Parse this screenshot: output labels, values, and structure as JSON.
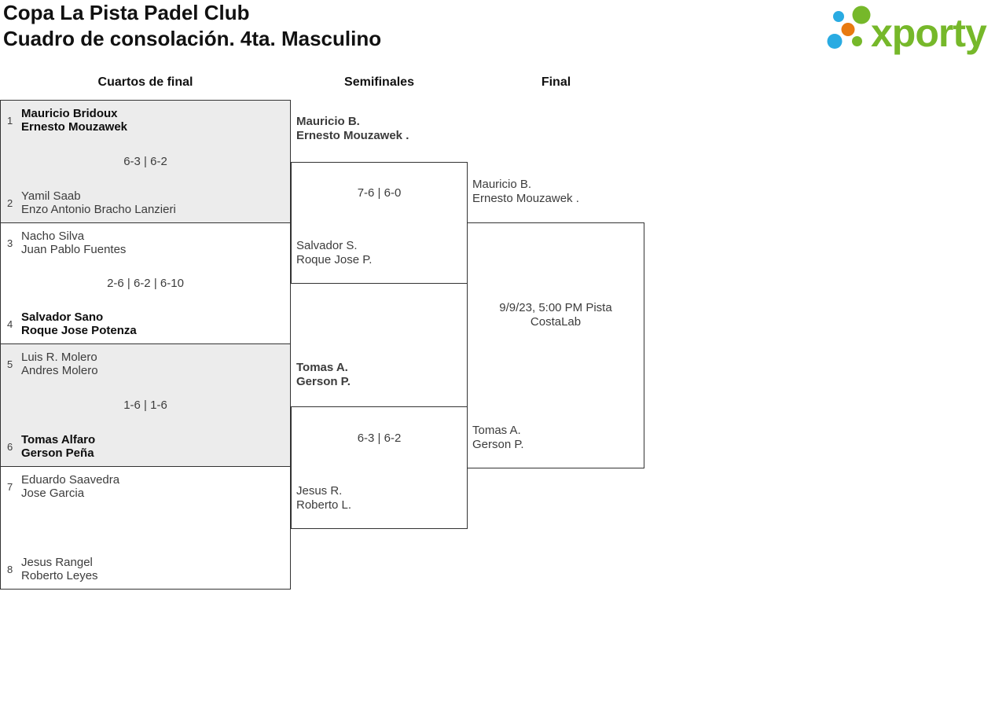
{
  "header": {
    "title_line1": "Copa La Pista Padel Club",
    "title_line2": "Cuadro de consolación. 4ta. Masculino",
    "logo_text": "xporty"
  },
  "colors": {
    "logo_green": "#76b82a",
    "logo_blue": "#29abe2",
    "logo_orange": "#e87a10",
    "box_gray": "#ececec",
    "border": "#333333"
  },
  "columns": {
    "quarterfinals_label": "Cuartos de final",
    "semifinals_label": "Semifinales",
    "final_label": "Final"
  },
  "bracket": {
    "quarterfinals": [
      {
        "seed1": "1",
        "team1": [
          "Mauricio Bridoux",
          "Ernesto Mouzawek"
        ],
        "team1_winner": true,
        "score": "6-3 | 6-2",
        "seed2": "2",
        "team2": [
          "Yamil Saab",
          "Enzo Antonio Bracho Lanzieri"
        ],
        "team2_winner": false
      },
      {
        "seed1": "3",
        "team1": [
          "Nacho Silva",
          "Juan Pablo Fuentes"
        ],
        "team1_winner": false,
        "score": "2-6 | 6-2 | 6-10",
        "seed2": "4",
        "team2": [
          "Salvador Sano",
          "Roque Jose Potenza"
        ],
        "team2_winner": true
      },
      {
        "seed1": "5",
        "team1": [
          "Luis R. Molero",
          "Andres Molero"
        ],
        "team1_winner": false,
        "score": "1-6 | 1-6",
        "seed2": "6",
        "team2": [
          "Tomas Alfaro",
          "Gerson Peña"
        ],
        "team2_winner": true
      },
      {
        "seed1": "7",
        "team1": [
          "Eduardo Saavedra",
          "Jose Garcia"
        ],
        "team1_winner": false,
        "score": "",
        "seed2": "8",
        "team2": [
          "Jesus Rangel",
          "Roberto Leyes"
        ],
        "team2_winner": false
      }
    ],
    "semifinals": [
      {
        "team1": [
          "Mauricio B.",
          "Ernesto Mouzawek ."
        ],
        "team1_winner": true,
        "score": "7-6 | 6-0",
        "team2": [
          "Salvador S.",
          "Roque Jose P."
        ],
        "team2_winner": false
      },
      {
        "team1": [
          "Tomas A.",
          "Gerson P."
        ],
        "team1_winner": true,
        "score": "6-3 | 6-2",
        "team2": [
          "Jesus R.",
          "Roberto L."
        ],
        "team2_winner": false
      }
    ],
    "final": {
      "team1": [
        "Mauricio B.",
        "Ernesto Mouzawek ."
      ],
      "team1_winner": false,
      "schedule": [
        "9/9/23, 5:00 PM Pista",
        "CostaLab"
      ],
      "team2": [
        "Tomas A.",
        "Gerson P."
      ],
      "team2_winner": false
    }
  }
}
